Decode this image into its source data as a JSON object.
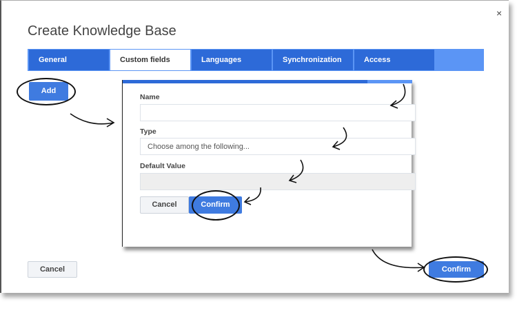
{
  "dialog": {
    "title": "Create Knowledge Base",
    "close_label": "×"
  },
  "tabs": [
    {
      "label": "General"
    },
    {
      "label": "Custom fields"
    },
    {
      "label": "Languages"
    },
    {
      "label": "Synchronization"
    },
    {
      "label": "Access"
    }
  ],
  "add_label": "Add",
  "form": {
    "name_label": "Name",
    "name_value": "",
    "type_label": "Type",
    "type_placeholder": "Choose among the following...",
    "default_label": "Default Value",
    "default_value": "",
    "cancel_label": "Cancel",
    "confirm_label": "Confirm"
  },
  "footer": {
    "cancel_label": "Cancel",
    "confirm_label": "Confirm"
  }
}
